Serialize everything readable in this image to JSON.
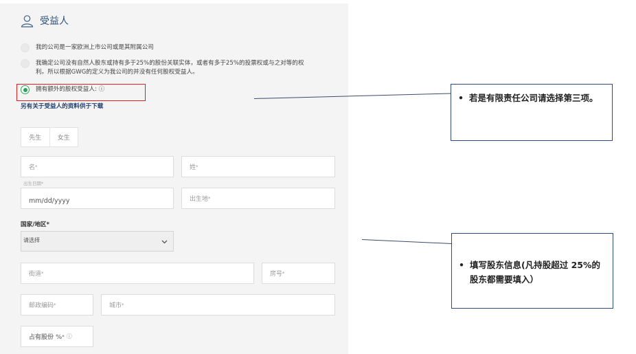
{
  "section": {
    "title": "受益人",
    "icon": "user-outline-icon"
  },
  "options": [
    {
      "label": "我的公司是一家欧洲上市公司或是其附属公司",
      "checked": false
    },
    {
      "label_line1": "我确定公司没有自然人股东或持有多于25%的股份关联实体，或者有多于25%的投票权或与之对等的权",
      "label_line2": "利。所以根据GWG的定义为我公司的并没有任何股权受益人。",
      "checked": false
    },
    {
      "label": "拥有额外的股权受益人: ⓘ",
      "checked": true
    }
  ],
  "more_link": "另有关于受益人的资料供于下载",
  "gender": {
    "mr": "先生",
    "ms": "女生"
  },
  "fields": {
    "first_name": "名",
    "last_name": "姓",
    "dob_label": "出生日期",
    "dob_value": "mm/dd/yyyy",
    "birthplace": "出生地",
    "country_label": "国家/地区",
    "country_placeholder": "请选择",
    "street": "街道",
    "house_no": "房号",
    "postcode": "邮政编码",
    "city": "城市",
    "share_pct": "占有股份 %",
    "required_mark": "*"
  },
  "callouts": {
    "top": "若是有限责任公司请选择第三项。",
    "bottom": "填写股东信息(凡持股超过 25%的股东都需要填入）"
  },
  "colors": {
    "accent_green": "#2aa35a",
    "title_blue": "#2a4f7c",
    "highlight_red": "#e02020",
    "callout_border": "#2d4a7f"
  }
}
